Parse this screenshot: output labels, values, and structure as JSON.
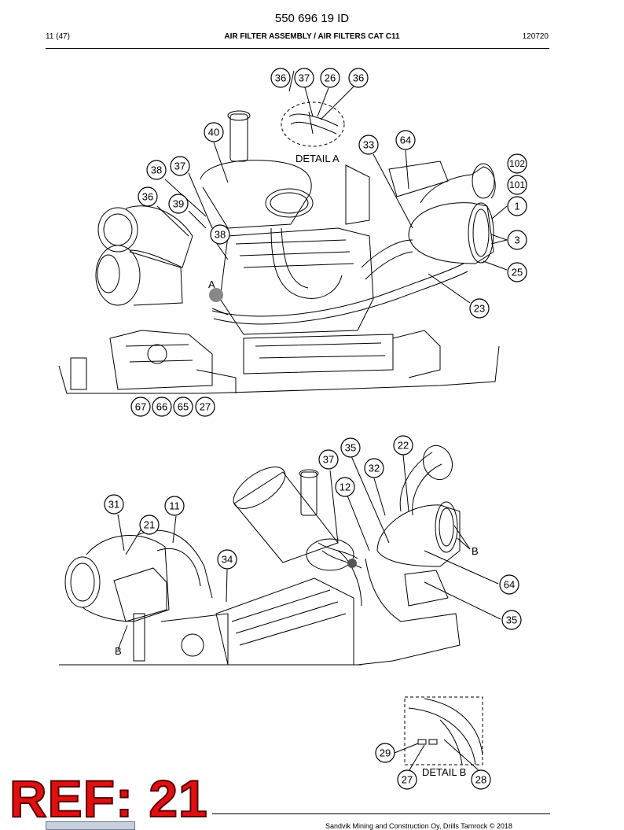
{
  "header": {
    "doc_id": "550 696 19 ID",
    "page": "11 (47)",
    "title": "AIR FILTER ASSEMBLY / AIR FILTERS CAT C11",
    "code": "120720"
  },
  "diagram_top": {
    "callouts": [
      "36",
      "37",
      "26",
      "36",
      "40",
      "33",
      "64",
      "38",
      "37",
      "36",
      "39",
      "38",
      "102",
      "101",
      "1",
      "3",
      "25",
      "23",
      "67",
      "66",
      "65",
      "27"
    ],
    "labels": {
      "detail": "DETAIL A",
      "marker": "A"
    }
  },
  "diagram_middle": {
    "callouts": [
      "35",
      "22",
      "37",
      "32",
      "12",
      "31",
      "11",
      "21",
      "34",
      "64",
      "35"
    ],
    "labels": {
      "marker_right": "B",
      "marker_left": "B"
    }
  },
  "diagram_detail_b": {
    "callouts": [
      "29",
      "27",
      "28"
    ],
    "labels": {
      "detail": "DETAIL B"
    }
  },
  "footer": {
    "text": "Sandvik Mining and Construction Oy, Drills Tamrock © 2018",
    "stamp": "REF: 21"
  }
}
